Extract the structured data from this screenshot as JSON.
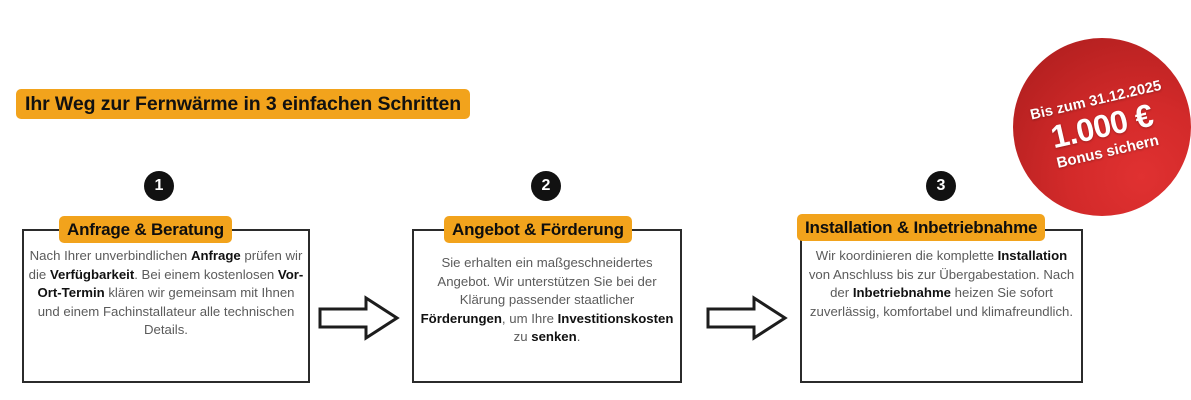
{
  "title": {
    "text": "Ihr Weg zur Fernwärme in 3 einfachen Schritten"
  },
  "colors": {
    "accent_orange": "#F2A31C",
    "badge_red": "#C62828",
    "box_border": "#2b2b2b",
    "body_text": "#5b5b5b",
    "number_circle": "#111111"
  },
  "steps": [
    {
      "number": "1",
      "heading": "Anfrage & Beratung",
      "body_parts": [
        {
          "t": "Nach Ihrer unverbindlichen ",
          "b": false
        },
        {
          "t": "Anfrage",
          "b": true
        },
        {
          "t": " prüfen wir die ",
          "b": false
        },
        {
          "t": "Verfügbarkeit",
          "b": true
        },
        {
          "t": ". Bei einem kostenlosen ",
          "b": false
        },
        {
          "t": "Vor-Ort-Termin",
          "b": true
        },
        {
          "t": " klären wir gemeinsam mit Ihnen und einem Fachinstallateur alle technischen Details.",
          "b": false
        }
      ]
    },
    {
      "number": "2",
      "heading": "Angebot & Förderung",
      "body_parts": [
        {
          "t": "Sie erhalten ein maßgeschneidertes Angebot. Wir unterstützen Sie bei der Klärung passender staatlicher ",
          "b": false
        },
        {
          "t": "Förderungen",
          "b": true
        },
        {
          "t": ", um Ihre ",
          "b": false
        },
        {
          "t": "Investitionskosten",
          "b": true
        },
        {
          "t": " zu ",
          "b": false
        },
        {
          "t": "senken",
          "b": true
        },
        {
          "t": ".",
          "b": false
        }
      ]
    },
    {
      "number": "3",
      "heading": "Installation & Inbetriebnahme",
      "body_parts": [
        {
          "t": "Wir koordinieren die komplette ",
          "b": false
        },
        {
          "t": "Installation",
          "b": true
        },
        {
          "t": " von Anschluss bis zur Übergabestation. Nach der ",
          "b": false
        },
        {
          "t": "Inbetriebnahme",
          "b": true
        },
        {
          "t": " heizen Sie sofort zuverlässig, komfortabel und klimafreundlich.",
          "b": false
        }
      ]
    }
  ],
  "arrows": [
    {
      "name": "arrow-step1-to-step2"
    },
    {
      "name": "arrow-step2-to-step3"
    }
  ],
  "bonus_badge": {
    "line_top": "Bis zum 31.12.2025",
    "amount": "1.000 €",
    "line_bottom": "Bonus sichern"
  }
}
